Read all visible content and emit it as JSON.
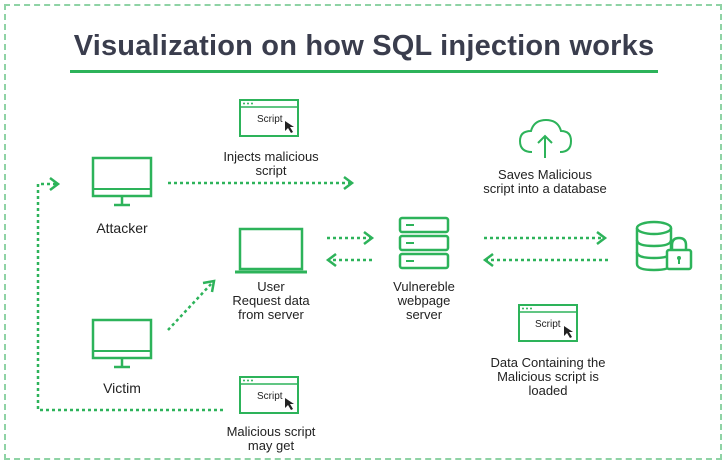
{
  "title": "Visualization on how SQL injection works",
  "labels": {
    "attacker": "Attacker",
    "victim": "Victim",
    "injects": [
      "Injects malicious",
      "script"
    ],
    "user_request": [
      "User",
      "Request data",
      "from server"
    ],
    "server": [
      "Vulnereble",
      "webpage",
      "server"
    ],
    "saves": [
      "Saves Malicious",
      "script into a database"
    ],
    "data_containing": [
      "Data Containing the",
      "Malicious script is",
      "loaded"
    ],
    "may_get": [
      "Malicious script",
      "may get"
    ]
  },
  "script_window_text": "Script",
  "colors": {
    "accent": "#2db35a",
    "frame": "#8fd3a5",
    "title": "#3a3d4d"
  },
  "icons": [
    "monitor-icon",
    "laptop-icon",
    "server-icon",
    "cloud-upload-icon",
    "database-lock-icon",
    "script-window-icon",
    "cursor-arrow-icon"
  ]
}
